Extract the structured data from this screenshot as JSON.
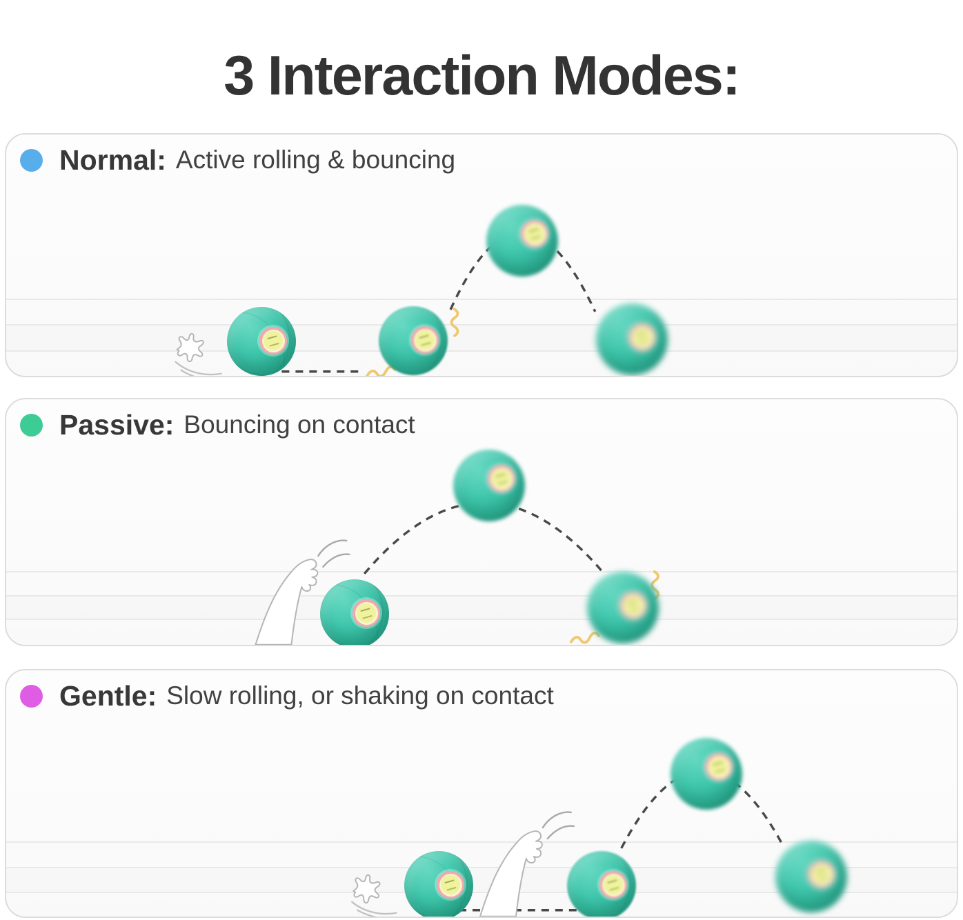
{
  "title": "3 Interaction Modes:",
  "modes": [
    {
      "name": "Normal",
      "label": "Normal:",
      "description": "Active rolling & bouncing",
      "dot_color": "#57aeea"
    },
    {
      "name": "Passive",
      "label": "Passive:",
      "description": "Bouncing on contact",
      "dot_color": "#3dcb96"
    },
    {
      "name": "Gentle",
      "label": "Gentle:",
      "description": "Slow rolling, or shaking on contact",
      "dot_color": "#df5ce4"
    }
  ],
  "icons": {
    "impact-splat-icon": "paw-hit burst doodle",
    "cat-paw-icon": "cat leg swipe doodle",
    "paw-motion-lines-icon": "swipe motion arcs",
    "swoosh-lines-icon": "rolling swoosh doodle",
    "vibration-zigzag-icon": "yellow shake squiggle",
    "roll-path-dashed": "dashed rolling path",
    "bounce-arc-dashed": "dashed bounce trajectory"
  },
  "colors": {
    "ball-teal": "#3fc7ac",
    "ball-teal-light": "#66d8c2",
    "ball-teal-dark": "#239b81",
    "ball-ring-pink": "#f2a9ab",
    "ball-center-yellow": "#eff39b",
    "zigzag-yellow": "#eec86d",
    "dash": "#484848",
    "floor-line": "#e9e9e9",
    "panel-border": "#dcdcdc",
    "title": "#333333",
    "text": "#414141"
  }
}
